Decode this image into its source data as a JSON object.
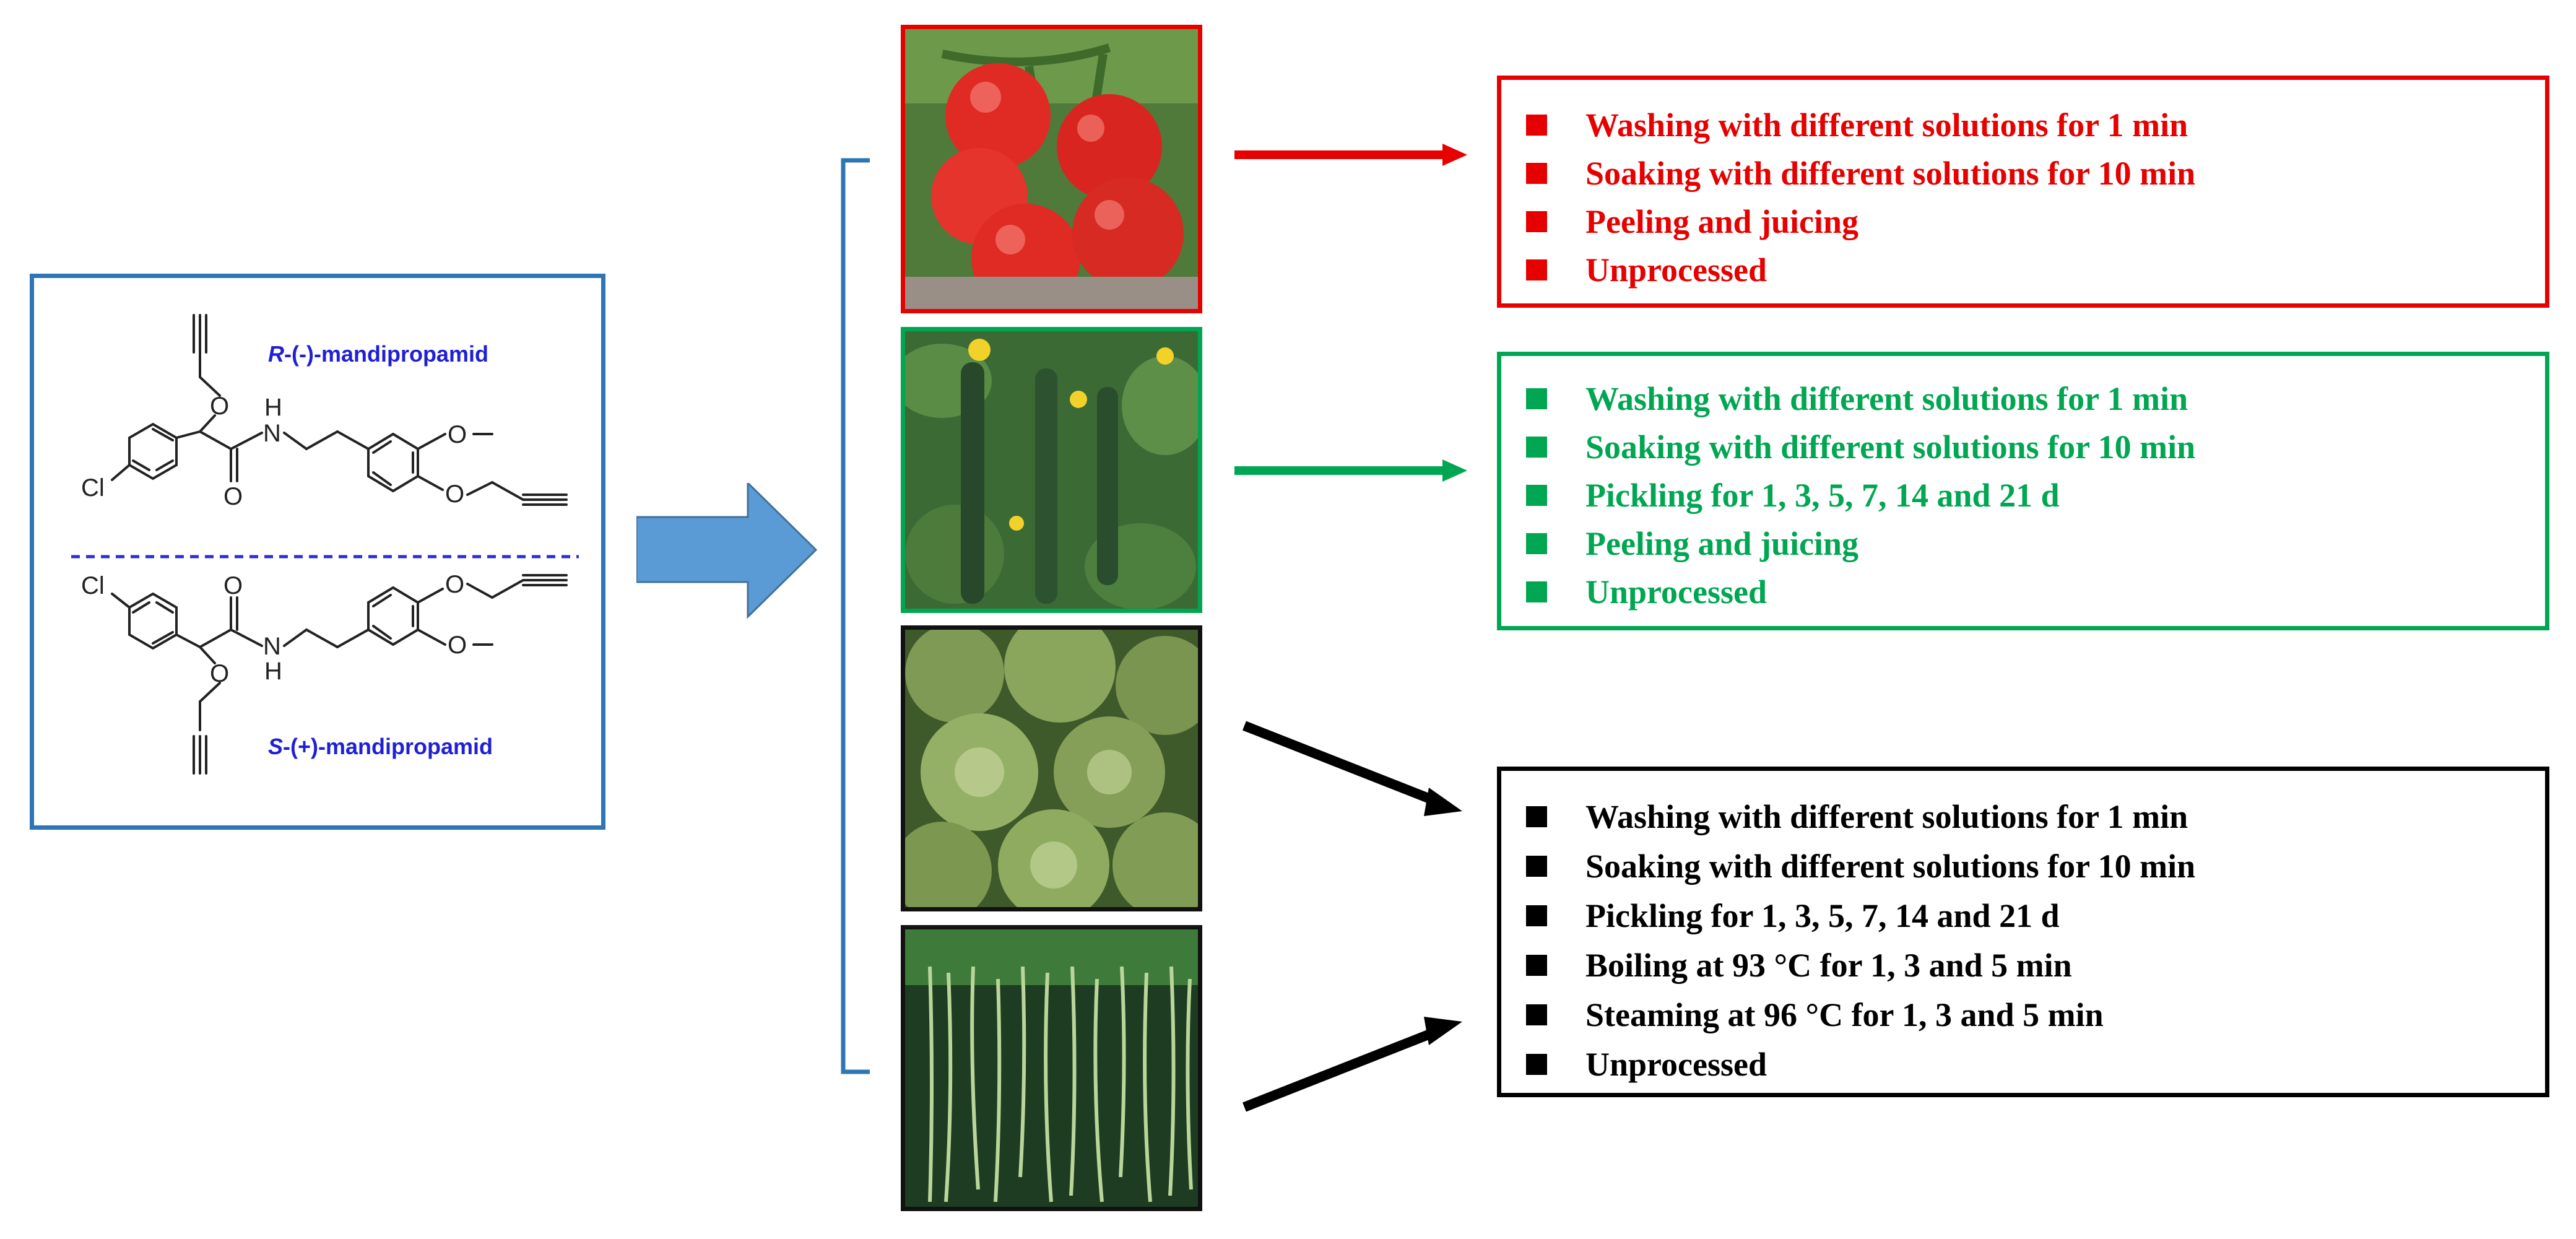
{
  "colors": {
    "red": "#e60000",
    "green": "#00a651",
    "black": "#000000",
    "blue": "#2e75b6",
    "enantiomer_label": "#1f1fd6"
  },
  "structures": {
    "r_prefix": "R",
    "r_suffix": "-(-)-mandipropamid",
    "s_prefix": "S",
    "s_suffix": "-(+)-mandipropamid",
    "atoms": {
      "O": "O",
      "N": "N",
      "H": "H",
      "Cl": "Cl"
    }
  },
  "photos": [
    {
      "subject": "tomato",
      "icon": "tomato-photo"
    },
    {
      "subject": "cucumber",
      "icon": "cucumber-photo"
    },
    {
      "subject": "cabbage",
      "icon": "cabbage-photo"
    },
    {
      "subject": "cowpea",
      "icon": "bean-photo"
    }
  ],
  "boxes": {
    "red": [
      "Washing with different solutions for 1 min",
      "Soaking with different solutions for 10 min",
      "Peeling and juicing",
      "Unprocessed"
    ],
    "green": [
      "Washing with different solutions for 1 min",
      "Soaking with different solutions for 10 min",
      "Pickling for 1, 3, 5, 7, 14 and 21 d",
      "Peeling and juicing",
      "Unprocessed"
    ],
    "black": [
      "Washing with different solutions for 1 min",
      "Soaking with different solutions for 10 min",
      "Pickling for 1, 3, 5, 7, 14 and 21 d",
      "Boiling at 93 °C for 1, 3 and 5 min",
      "Steaming at 96 °C for 1, 3 and 5 min",
      "Unprocessed"
    ]
  }
}
